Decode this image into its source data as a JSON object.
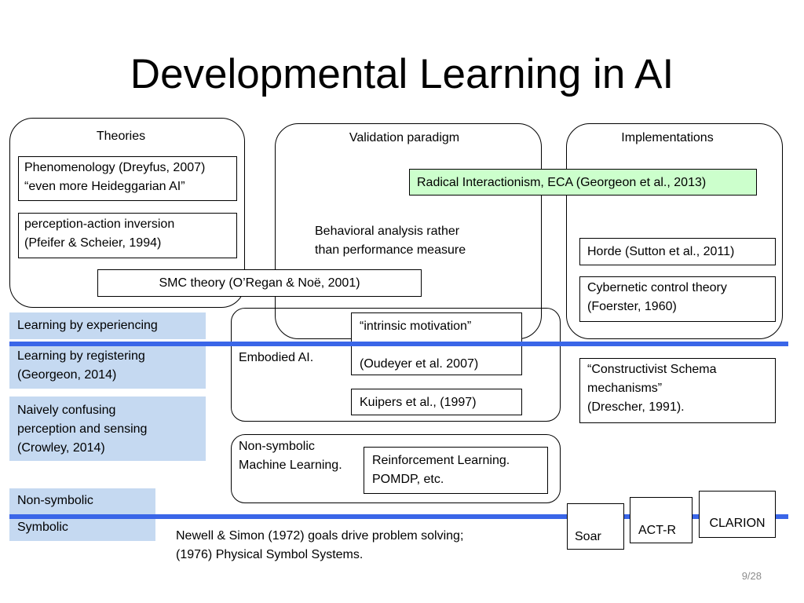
{
  "title": "Developmental Learning in AI",
  "page_number": "9/28",
  "columns": {
    "theories": "Theories",
    "validation": "Validation paradigm",
    "implementations": "Implementations"
  },
  "theories": {
    "phenomenology": "Phenomenology (Dreyfus, 2007)\n“even more Heideggarian AI”",
    "perception_action": "perception-action inversion\n(Pfeifer & Scheier, 1994)",
    "smc": "SMC theory  (O’Regan & Noë, 2001)"
  },
  "validation": {
    "behavioral": "Behavioral analysis rather\nthan performance measure"
  },
  "implementations": {
    "radical": "Radical Interactionism, ECA (Georgeon et al., 2013)",
    "horde": "Horde (Sutton et al., 2011)",
    "cybernetic": "Cybernetic control theory\n(Foerster, 1960)",
    "constructivist": "“Constructivist  Schema\nmechanisms”\n(Drescher, 1991).",
    "soar": "Soar",
    "actr": "ACT-R",
    "clarion": "CLARION"
  },
  "middle": {
    "embodied": "Embodied AI.",
    "intrinsic": "“intrinsic motivation”",
    "oudeyer": "(Oudeyer et al. 2007)",
    "kuipers": "Kuipers et al., (1997)",
    "non_symbolic_ml": "Non-symbolic\nMachine Learning.",
    "reinforcement": "Reinforcement Learning.\nPOMDP, etc.",
    "newell": "Newell & Simon (1972) goals drive problem solving;\n(1976) Physical Symbol Systems."
  },
  "left_labels": {
    "experiencing": "Learning by experiencing",
    "registering": "Learning by registering\n(Georgeon, 2014)",
    "naively": "Naively confusing\nperception and sensing\n(Crowley, 2014)",
    "non_symbolic": "Non-symbolic",
    "symbolic": "Symbolic"
  },
  "colors": {
    "label_fill": "#c5d9f1",
    "divider_line": "#3a66e8",
    "highlight_fill": "#ccffcc"
  }
}
